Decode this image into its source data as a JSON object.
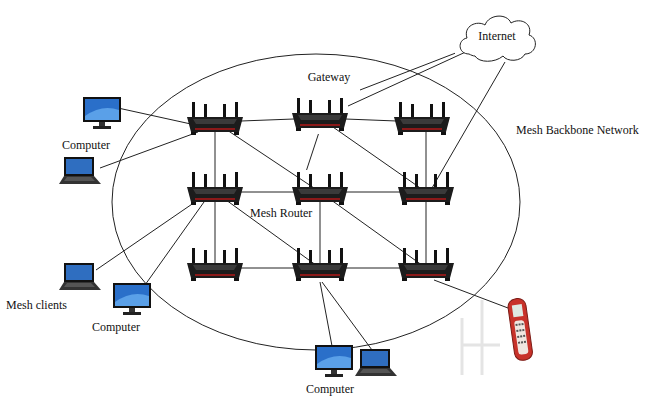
{
  "diagram": {
    "nodes": [
      {
        "text": [
          "Internet"
        ]
      },
      {
        "text": [
          "Gateway"
        ]
      },
      {
        "text": [
          "Mesh Router"
        ]
      }
    ],
    "edges": [
      {
        "from": 0,
        "to": 1,
        "arrow": "none"
      },
      {
        "from": 1,
        "to": 2,
        "arrow": "none"
      }
    ],
    "labels": [
      "Mesh Backbone Network",
      "Computer",
      "Mesh clients",
      "Computer",
      "Computer"
    ]
  }
}
